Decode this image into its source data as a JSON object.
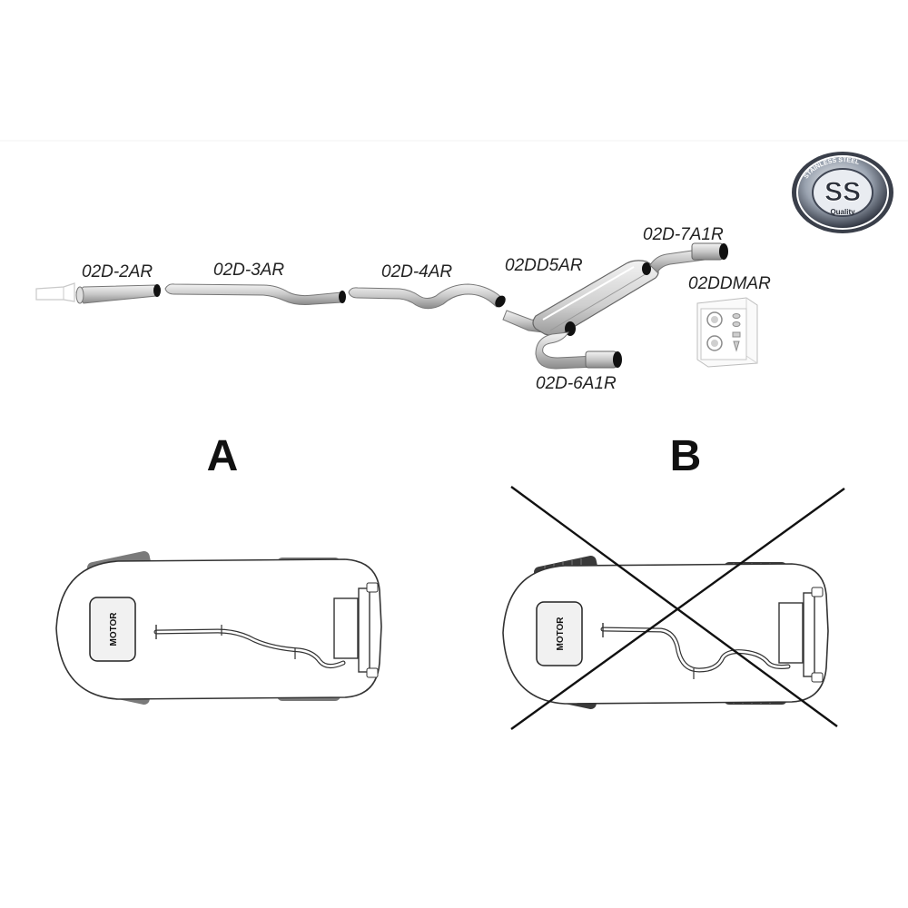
{
  "parts": {
    "p2": "02D-2AR",
    "p3": "02D-3AR",
    "p4": "02D-4AR",
    "p5": "02DD5AR",
    "p7": "02D-7A1R",
    "p6": "02D-6A1R",
    "kit": "02DDMAR"
  },
  "layouts": {
    "a_label": "A",
    "b_label": "B"
  },
  "car_a": {
    "motor": "MOTOR"
  },
  "car_b": {
    "motor": "MOTOR"
  },
  "logo": {
    "mark": "SS",
    "top_arc": "STAINLESS STEEL",
    "sub": "Quality",
    "icon": "stainless-steel-quality-seal"
  }
}
